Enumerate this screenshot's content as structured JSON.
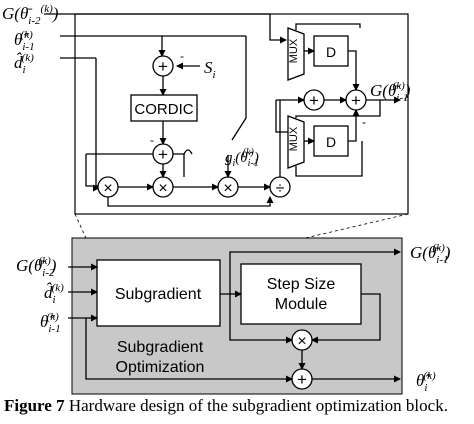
{
  "top_detail": {
    "inputs": {
      "g_prev": "G(θ̄",
      "g_prev_sub": "i-2",
      "g_prev_sup": "(k)",
      "g_prev_close": ")",
      "theta_prev": "θ̂",
      "theta_prev_sub": "i-1",
      "theta_prev_sup": "(k)",
      "d_hat": "d̂",
      "d_hat_sub": "i",
      "d_hat_sup": "(k)",
      "s_i": "S",
      "s_i_sub": "i"
    },
    "blocks": {
      "cordic": "CORDIC",
      "mux_top": "MUX",
      "mux_bottom": "MUX",
      "d_top": "D",
      "d_bottom": "D"
    },
    "operators": {
      "plus": "+",
      "times": "×",
      "divide": "÷",
      "minus": "-"
    },
    "gradient_label": "g",
    "gradient_label_sub": "i",
    "gradient_label_theta": "(θ̂",
    "gradient_label_theta_sub": "i-1",
    "gradient_label_theta_sup": "(k)",
    "gradient_label_close": ")",
    "output": "G(θ̄",
    "output_sub": "i-1",
    "output_sup": "(k)",
    "output_close": ")"
  },
  "bottom_block": {
    "subgradient": "Subgradient",
    "step_size_line1": "Step Size",
    "step_size_line2": "Module",
    "optimization_line1": "Subgradient",
    "optimization_line2": "Optimization",
    "inputs": {
      "g_prev": "G(θ̄",
      "g_prev_sub": "i-2",
      "g_prev_sup": "(k)",
      "g_prev_close": ")",
      "d_hat": "d̂",
      "d_hat_sub": "i",
      "d_hat_sup": "(k)",
      "theta_prev": "θ̂",
      "theta_prev_sub": "i-1",
      "theta_prev_sup": "(k)"
    },
    "output_g": "G(θ̄",
    "output_g_sub": "i-1",
    "output_g_sup": "(k)",
    "output_g_close": ")",
    "output_theta": "θ̂",
    "output_theta_sub": "i",
    "output_theta_sup": "(k)"
  },
  "caption": {
    "prefix": "Figure 7",
    "text": " Hardware design of the subgradient optimization block."
  },
  "colors": {
    "block_fill_gray": "#c8c8c8",
    "line": "#000000"
  }
}
